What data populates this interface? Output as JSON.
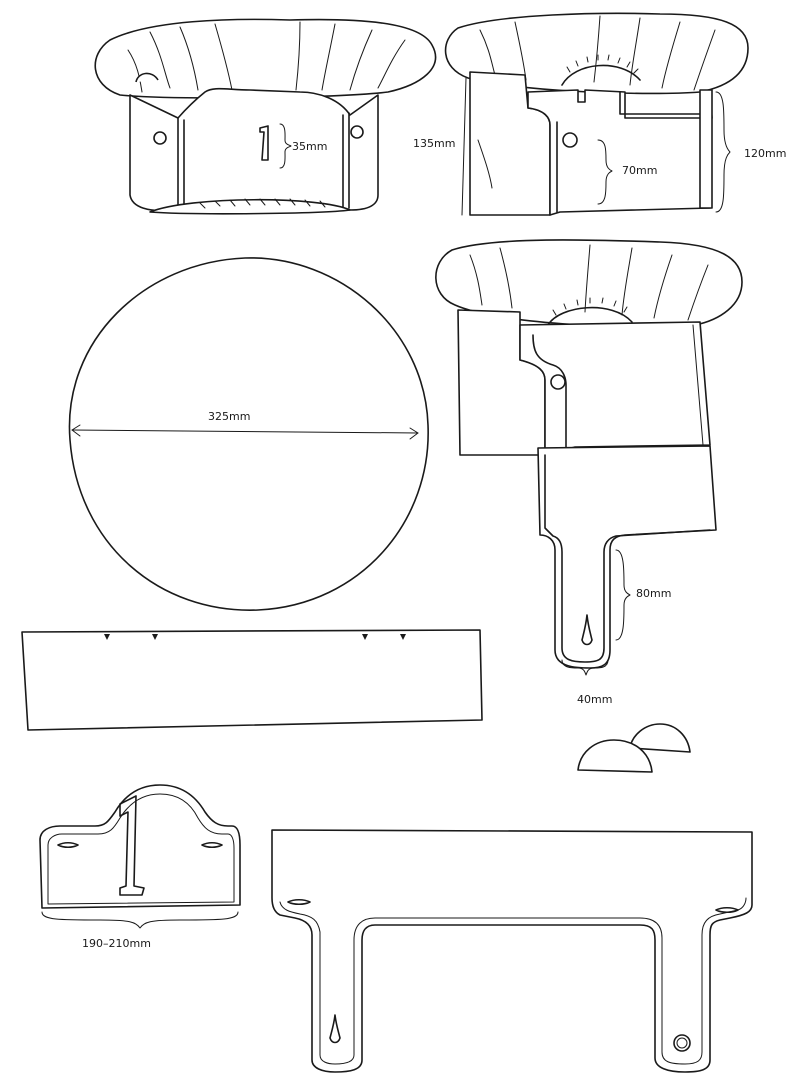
{
  "labels": {
    "front_badge_height": "35mm",
    "side_total_height": "135mm",
    "side_flap_height": "70mm",
    "back_height": "120mm",
    "crown_diameter": "325mm",
    "tail_length": "80mm",
    "tail_width": "40mm",
    "front_width": "190–210mm"
  },
  "badge_number": "1",
  "colors": {
    "ink": "#1a1a1a",
    "paper": "#ffffff"
  }
}
